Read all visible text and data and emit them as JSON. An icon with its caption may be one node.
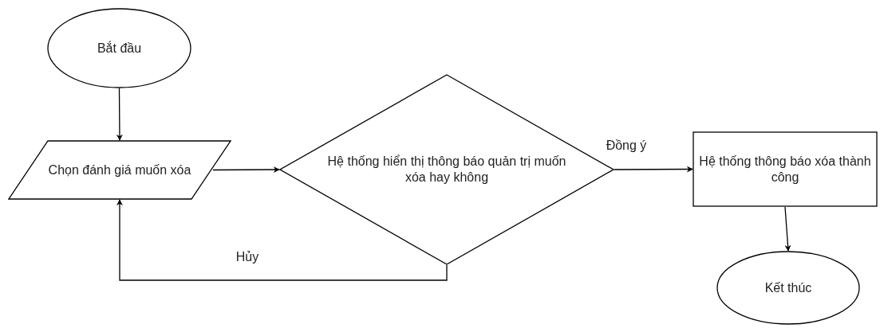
{
  "diagram": {
    "nodes": [
      {
        "text": [
          "Bắt đầu"
        ]
      },
      {
        "text": [
          "Chọn đánh giá muốn xóa"
        ]
      },
      {
        "text": [
          "Hệ thống hiển thị thông báo quản trị muốn xóa hay không"
        ]
      },
      {
        "text": [
          "Hệ thống thông báo xóa thành công"
        ]
      },
      {
        "text": [
          "Kết thúc"
        ]
      }
    ],
    "edges": [
      {
        "from": 0,
        "to": 1,
        "arrow": "to"
      },
      {
        "from": 1,
        "to": 2,
        "arrow": "to"
      },
      {
        "from": 2,
        "to": 3,
        "arrow": "to",
        "label": "Đồng ý"
      },
      {
        "from": 3,
        "to": 4,
        "arrow": "to"
      },
      {
        "from": 2,
        "to": 1,
        "arrow": "to",
        "label": "Hủy"
      }
    ]
  }
}
